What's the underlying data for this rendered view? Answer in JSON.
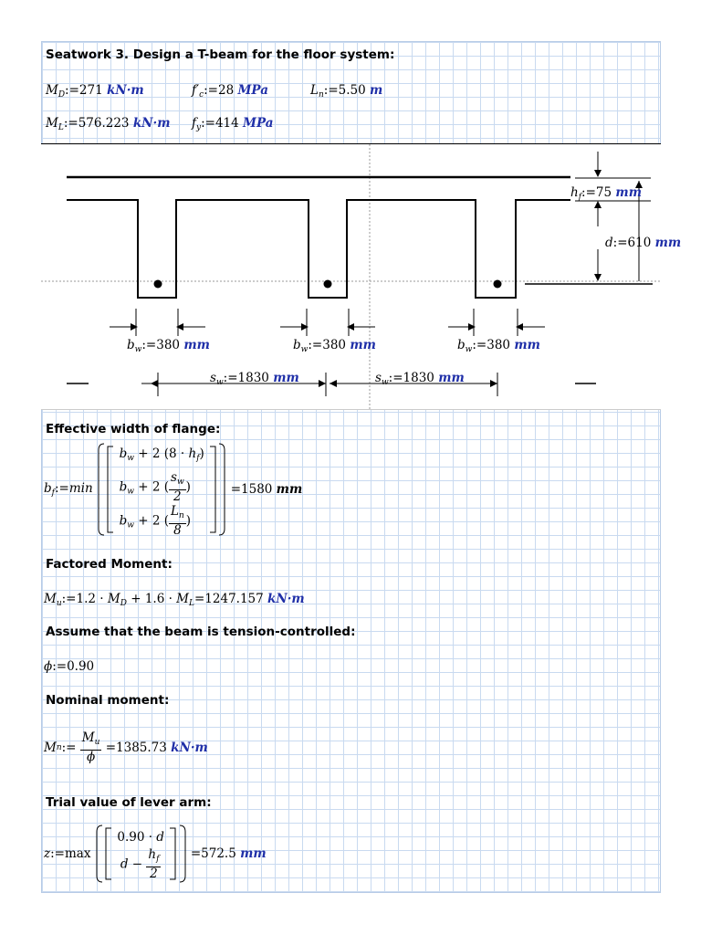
{
  "title": "Seatwork 3. Design a T-beam for the floor system:",
  "givens": {
    "MD": {
      "sym": "M",
      "sub": "D",
      "value": "271",
      "unit": "kN·m"
    },
    "fc": {
      "sym": "f′",
      "sub": "c",
      "value": "28",
      "unit": "MPa"
    },
    "Ln": {
      "sym": "L",
      "sub": "n",
      "value": "5.50",
      "unit": "m"
    },
    "ML": {
      "sym": "M",
      "sub": "L",
      "value": "576.223",
      "unit": "kN·m"
    },
    "fy": {
      "sym": "f",
      "sub": "y",
      "value": "414",
      "unit": "MPa"
    }
  },
  "figure": {
    "hf": {
      "sym": "h",
      "sub": "f",
      "value": "75",
      "unit": "mm"
    },
    "d": {
      "sym": "d",
      "value": "610",
      "unit": "mm"
    },
    "bw": {
      "sym": "b",
      "sub": "w",
      "value": "380",
      "unit": "mm"
    },
    "sw": {
      "sym": "s",
      "sub": "w",
      "value": "1830",
      "unit": "mm"
    }
  },
  "sections": {
    "flange": {
      "heading": "Effective width of flange:",
      "result": "1580",
      "unit": "mm"
    },
    "factored": {
      "heading": "Factored Moment:",
      "c1": "1.2",
      "c2": "1.6",
      "result": "1247.157",
      "unit": "kN·m"
    },
    "tension": {
      "heading": "Assume that the beam is tension-controlled:",
      "phi": "0.90"
    },
    "nominal": {
      "heading": "Nominal moment:",
      "result": "1385.73",
      "unit": "kN·m"
    },
    "lever": {
      "heading": "Trial value of lever arm:",
      "c": "0.90",
      "result": "572.5",
      "unit": "mm"
    }
  },
  "labels": {
    "min": "min",
    "max": "max",
    "assign": ":=",
    "eq": "="
  }
}
